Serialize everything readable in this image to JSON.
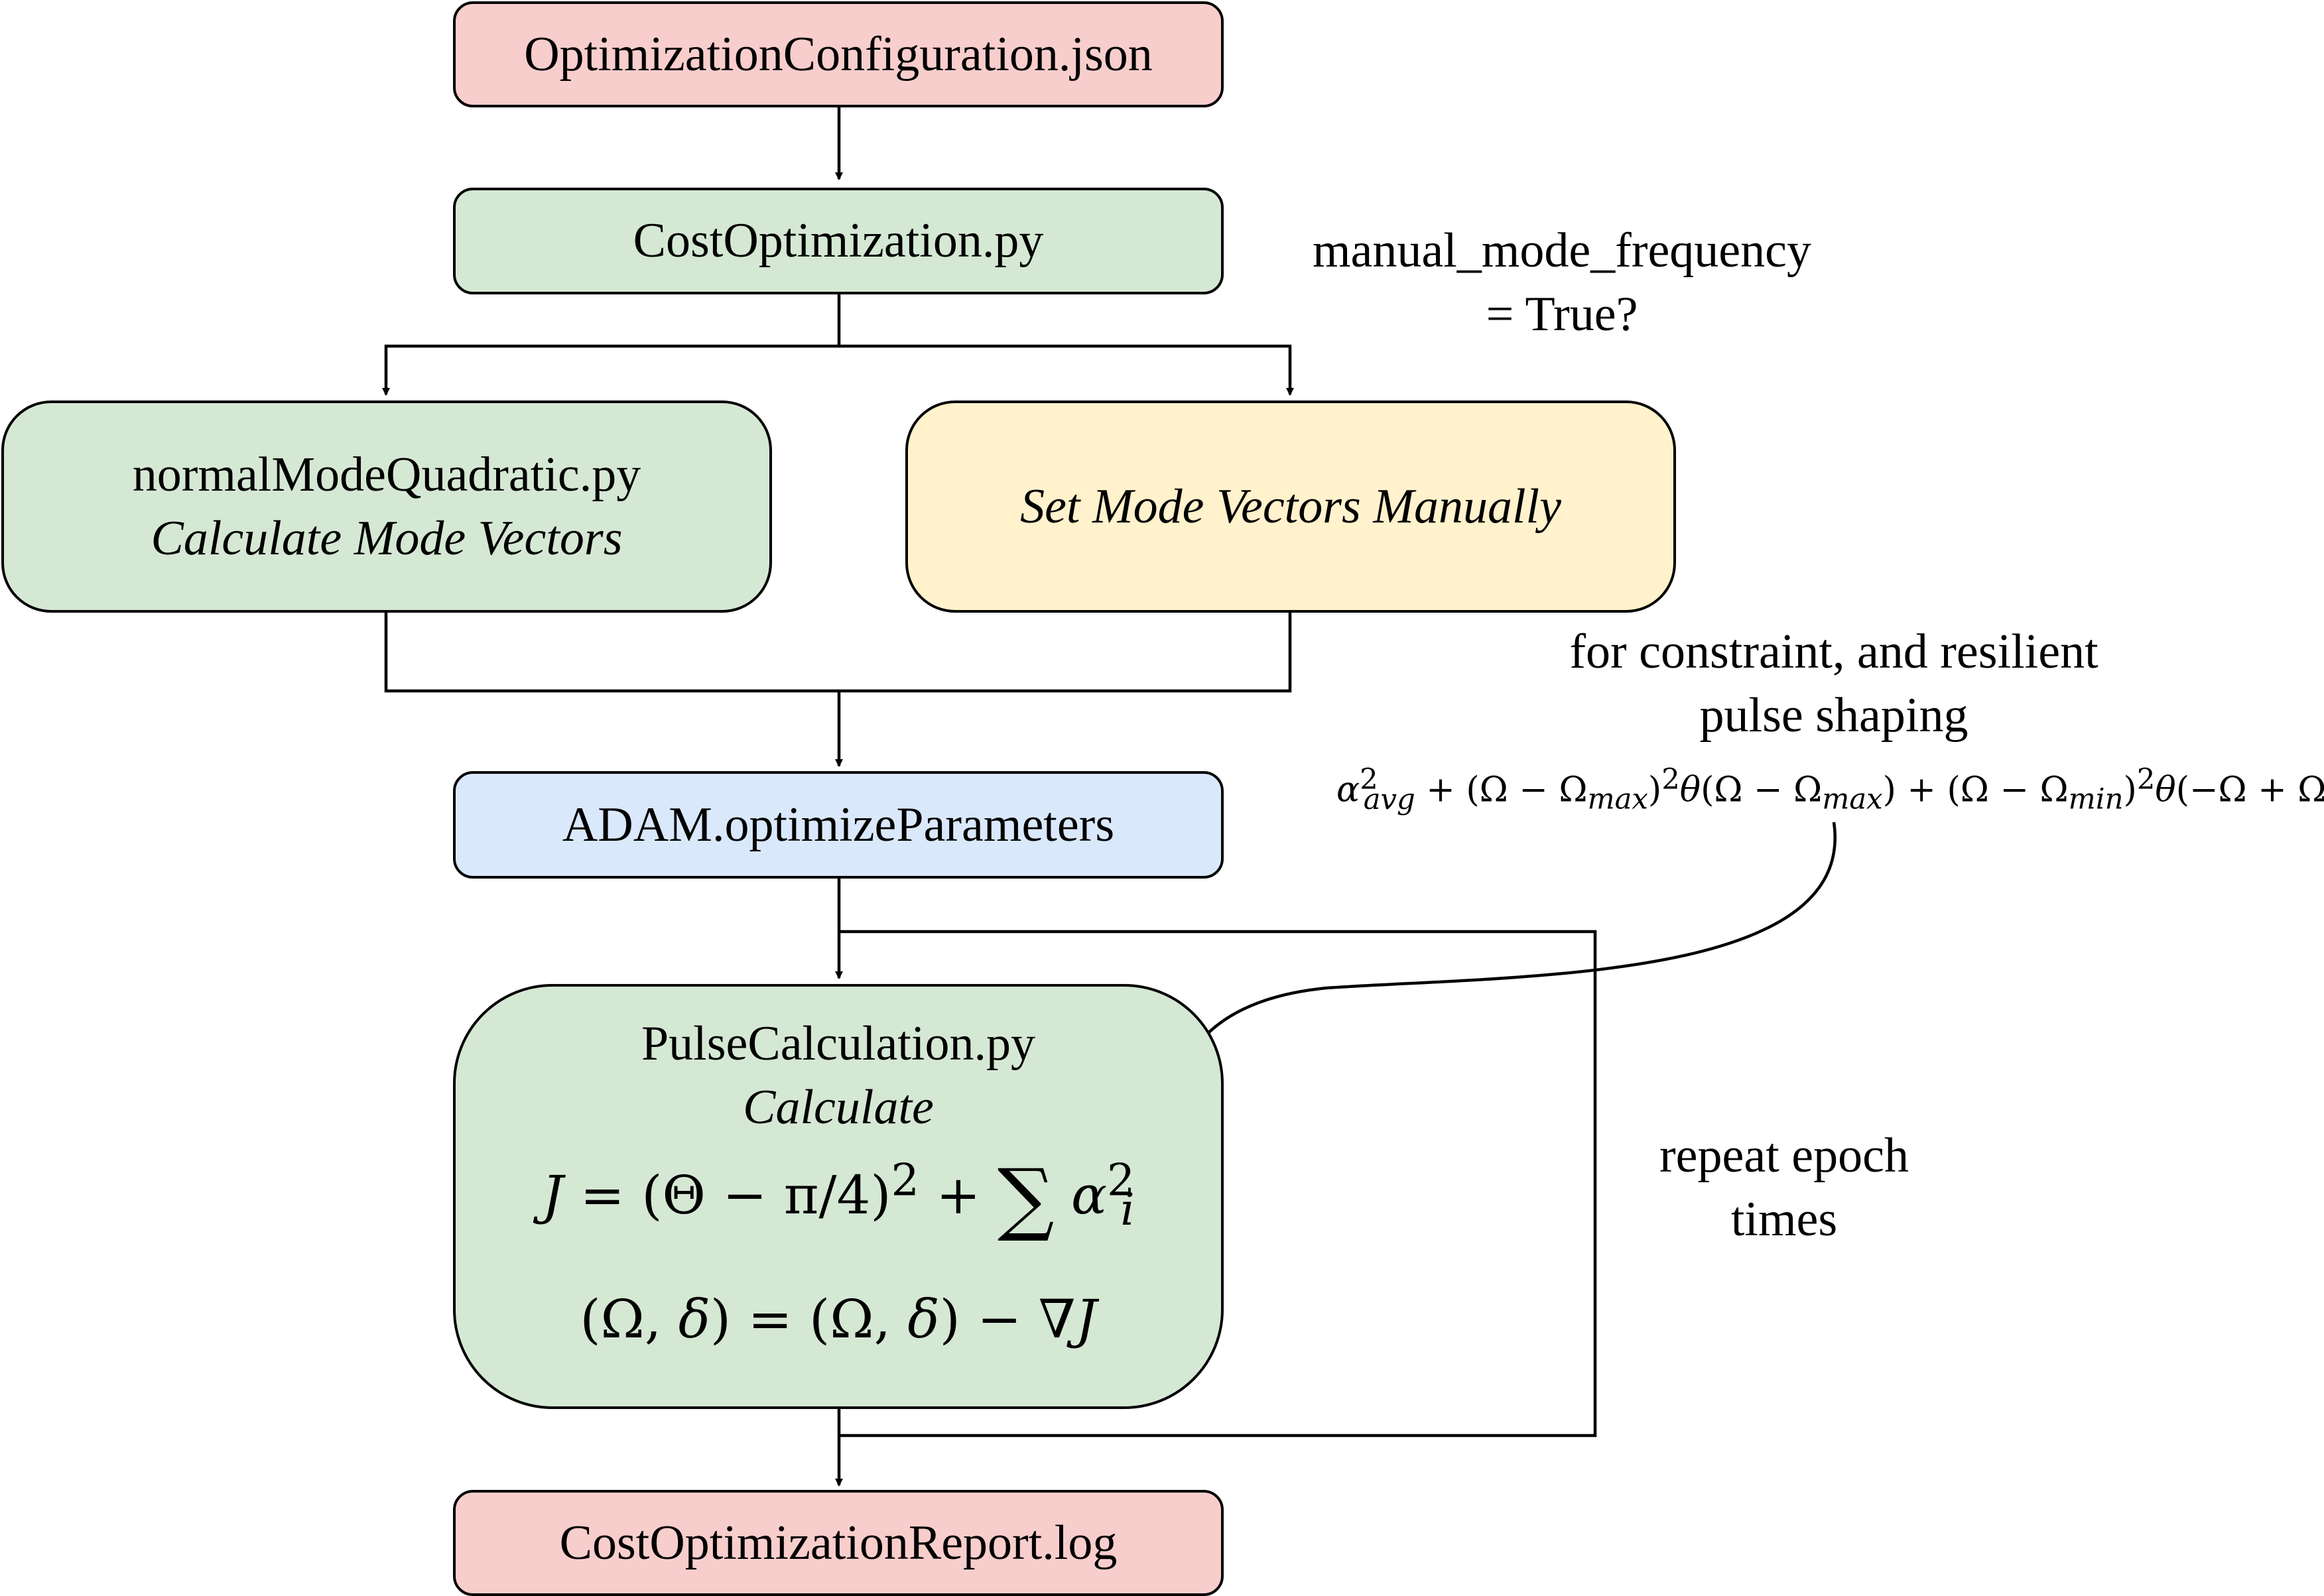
{
  "nodes": {
    "config": "OptimizationConfiguration.json",
    "cost_opt": "CostOptimization.py",
    "normal_mode_title": "normalModeQuadratic.py",
    "normal_mode_sub": "Calculate Mode Vectors",
    "manual": "Set Mode Vectors Manually",
    "adam": "ADAM.optimizeParameters",
    "pulse_title": "PulseCalculation.py",
    "pulse_sub": "Calculate",
    "report": "CostOptimizationReport.log"
  },
  "labels": {
    "manual_freq_line1": "manual_mode_frequency",
    "manual_freq_line2": "= True?",
    "constraint_line1": "for constraint, and resilient",
    "constraint_line2": "pulse shaping",
    "repeat_line1": "repeat epoch",
    "repeat_line2": "times"
  },
  "colors": {
    "pink": "#f8cecc",
    "green": "#d5e8d4",
    "yellow": "#fff2cc",
    "blue": "#dae8fc"
  }
}
